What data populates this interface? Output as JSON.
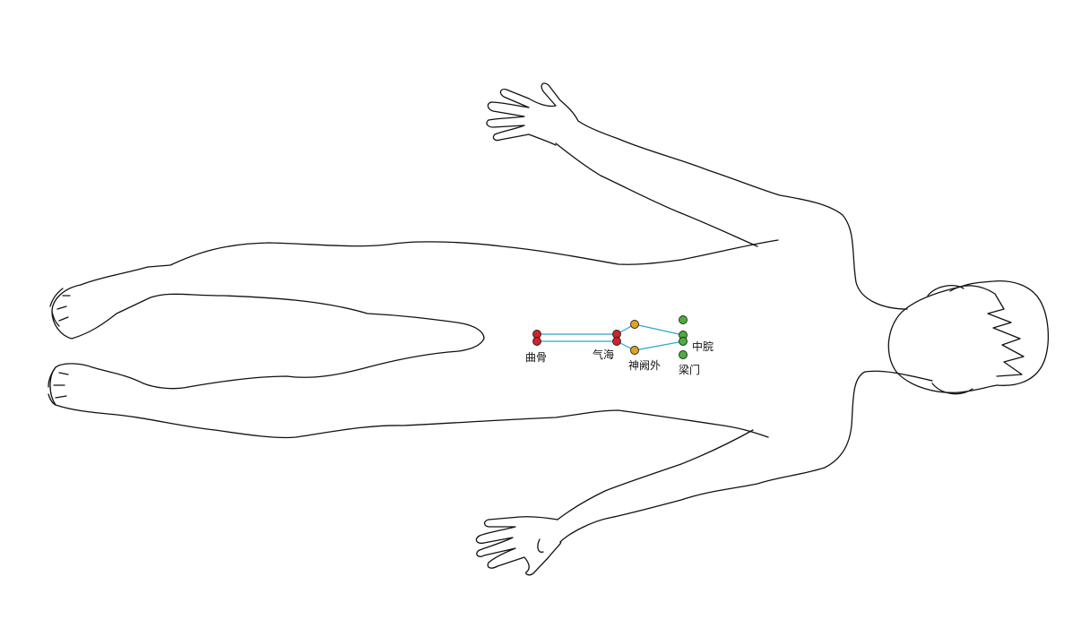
{
  "colors": {
    "connector": "#2aa8c8",
    "red": "#d0232a",
    "orange": "#e3a21a",
    "green": "#4caf3c",
    "outline": "#111111"
  },
  "points": {
    "qugu": {
      "label": "曲骨",
      "color": "red"
    },
    "qihai": {
      "label": "气海",
      "color": "red"
    },
    "shenquewai": {
      "label": "神阙外",
      "color": "orange"
    },
    "zhongwan": {
      "label": "中脘",
      "color": "green"
    },
    "liangmen": {
      "label": "梁门",
      "color": "green"
    }
  }
}
